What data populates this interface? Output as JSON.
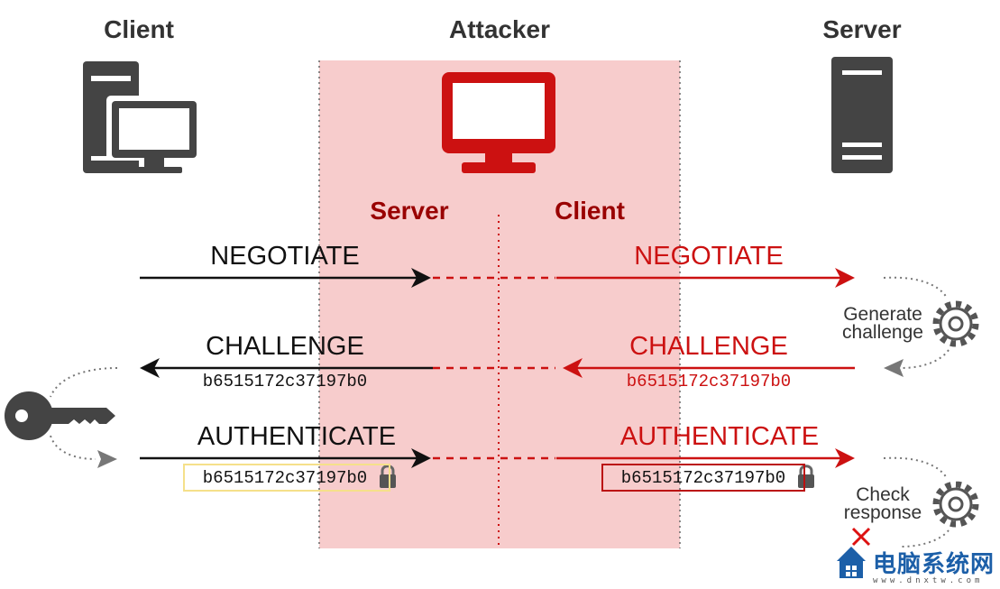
{
  "columns": {
    "client": "Client",
    "attacker": "Attacker",
    "server": "Server"
  },
  "attacker_roles": {
    "server": "Server",
    "client": "Client"
  },
  "messages": {
    "negotiate": "NEGOTIATE",
    "challenge": "CHALLENGE",
    "authenticate": "AUTHENTICATE"
  },
  "hashes": {
    "challenge_left": "b6515172c37197b0",
    "challenge_right": "b6515172c37197b0",
    "auth_left": "b6515172c37197b0",
    "auth_right": "b6515172c37197b0"
  },
  "notes": {
    "generate_line1": "Generate",
    "generate_line2": "challenge",
    "check_line1": "Check",
    "check_line2": "response"
  },
  "colors": {
    "attacker_zone": "#f7cccc",
    "attacker_red": "#cc1111",
    "dark_gray": "#444444",
    "role_red": "#990000",
    "yellow_box": "#f5e08a"
  },
  "watermark": {
    "text": "电脑系统网",
    "sub": "www.dnxtw.com"
  },
  "icons": [
    "client-computer-icon",
    "attacker-monitor-icon",
    "server-tower-icon",
    "key-icon",
    "gear-icon",
    "lock-icon",
    "cross-icon",
    "watermark-house-icon"
  ]
}
